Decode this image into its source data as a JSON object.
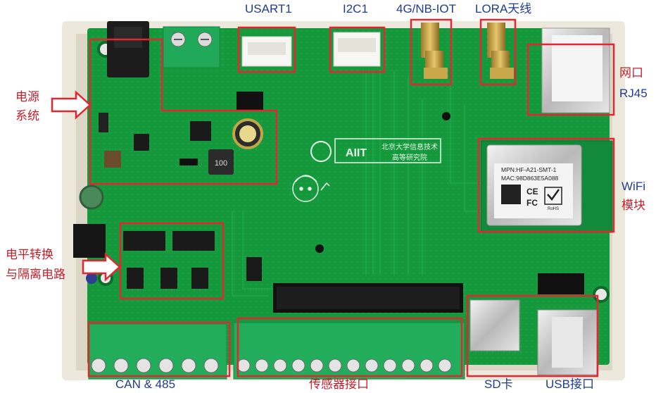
{
  "labels": {
    "usart1": "USART1",
    "i2c1": "I2C1",
    "nbiot": "4G/NB-IOT",
    "lora": "LORA天线",
    "power_line1": "电源",
    "power_line2": "系统",
    "rj45_line1": "网口",
    "rj45_line2": "RJ45",
    "wifi_line1": "WiFi",
    "wifi_line2": "模块",
    "level_line1": "电平转换",
    "level_line2": "与隔离电路",
    "can485": "CAN & 485",
    "sensor": "传感器接口",
    "sd": "SD卡",
    "usb": "USB接口"
  },
  "silkscreen": {
    "logo_line1": "北京大学信息技术",
    "logo_line2": "高等研究院",
    "logo_abbr": "AIIT",
    "wifi_mpn": "MPN:HF-A21-SMT-1",
    "wifi_mac": "MAC:98D863E5A088",
    "ce_mark": "CE",
    "fc_mark": "FC",
    "rohs_mark": "RoHS",
    "inductor_value": "100"
  },
  "colors": {
    "pcb": "#159a3c",
    "pcb_dark": "#0f7a2e",
    "terminal": "#1faa55",
    "annotation": "#e3262f",
    "label_cn": "#c81e2a",
    "label_en": "#1f3c8f"
  }
}
